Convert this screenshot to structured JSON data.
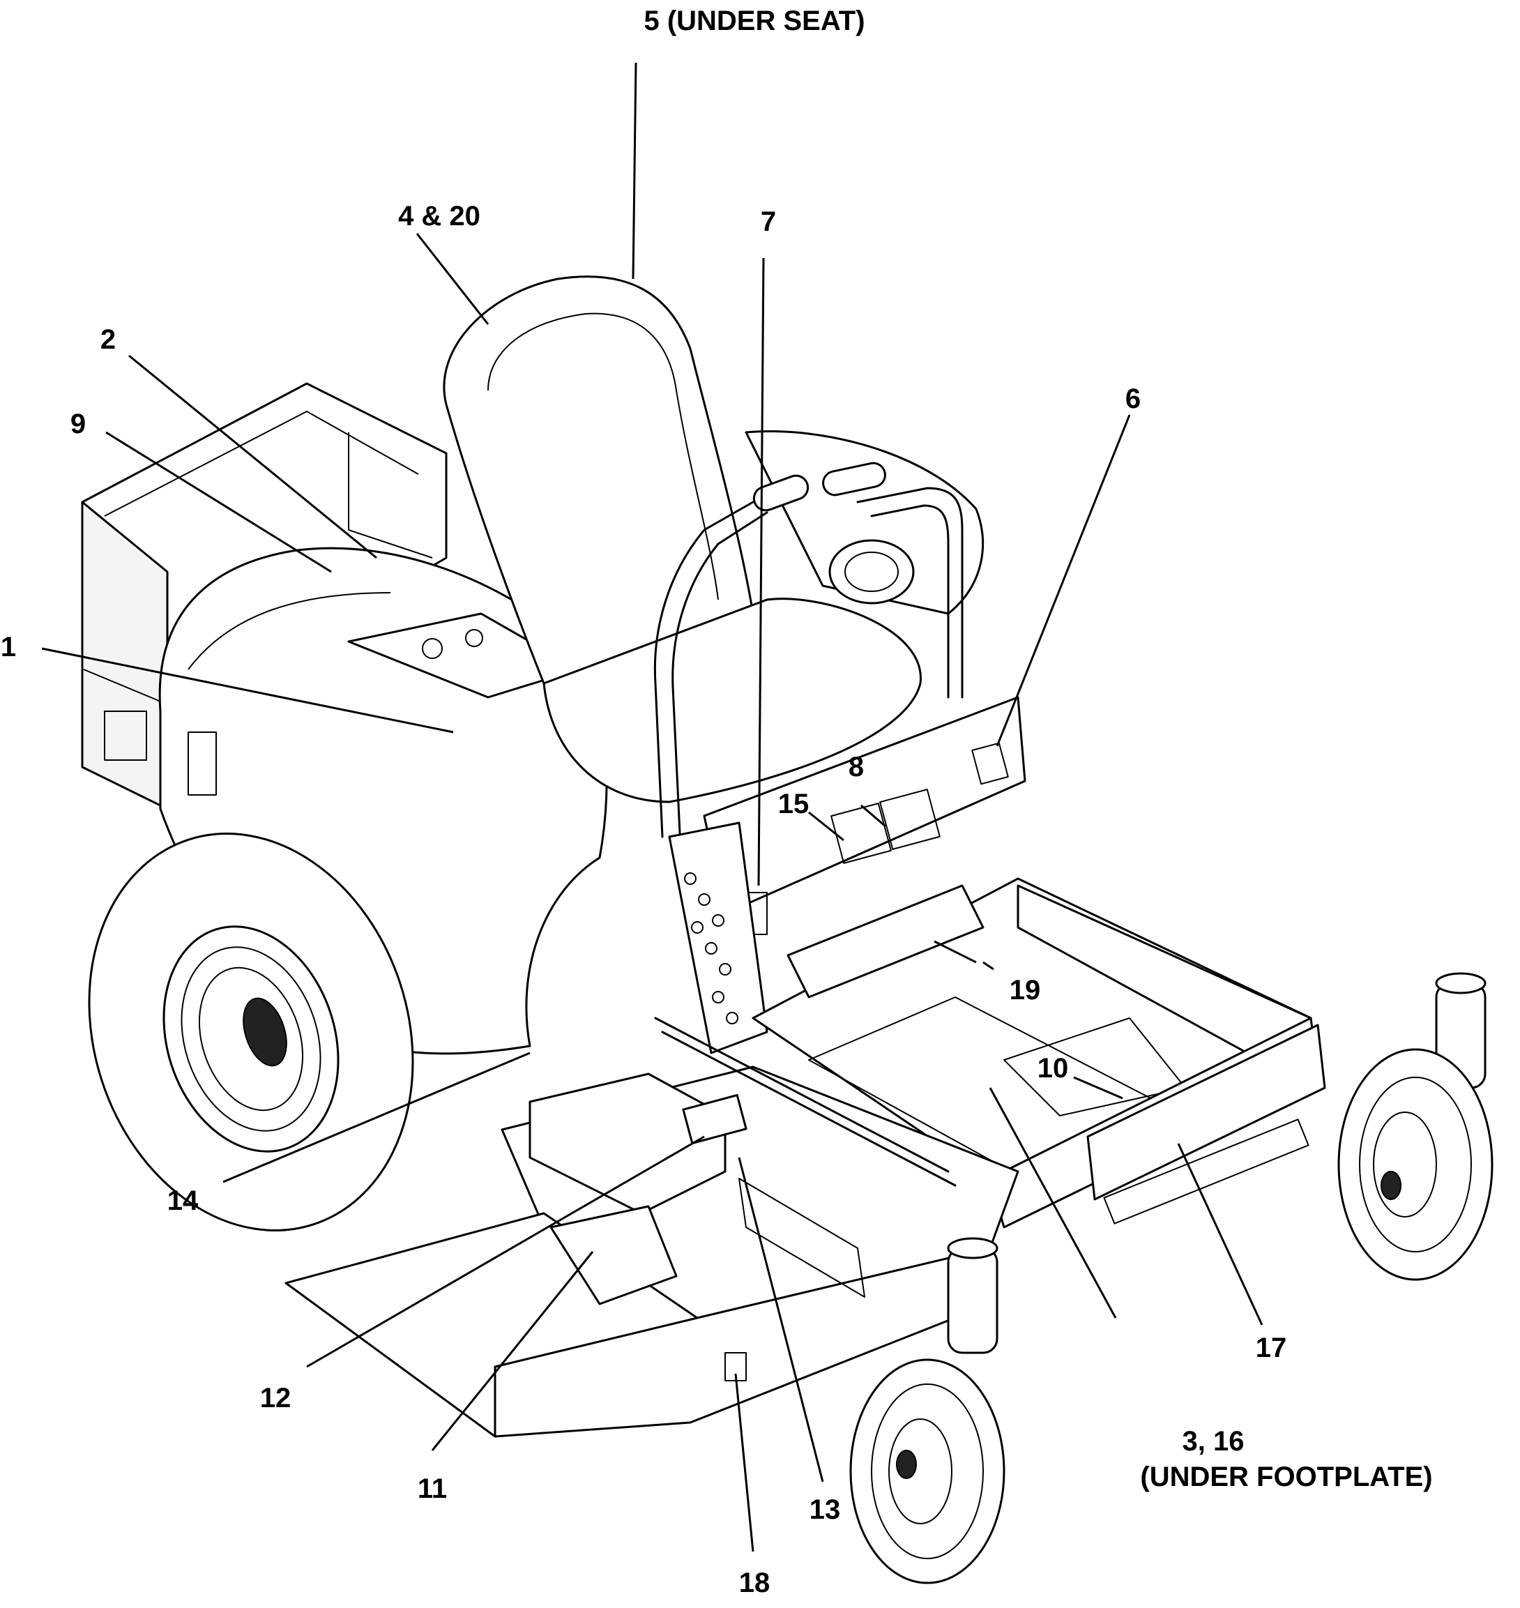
{
  "callouts": {
    "c1": "1",
    "c2": "2",
    "c3_16": "3, 16",
    "c3_16_note": "(UNDER FOOTPLATE)",
    "c4_20": "4 & 20",
    "c5": "5 (UNDER SEAT)",
    "c6": "6",
    "c7": "7",
    "c8": "8",
    "c9": "9",
    "c10": "10",
    "c11": "11",
    "c12": "12",
    "c13": "13",
    "c14": "14",
    "c15": "15",
    "c17": "17",
    "c18": "18",
    "c19": "19"
  }
}
